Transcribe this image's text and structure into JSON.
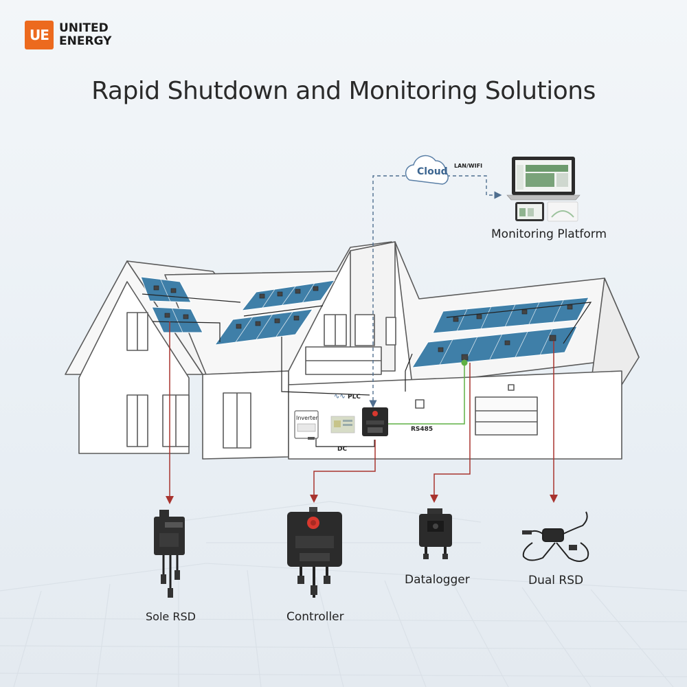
{
  "brand": {
    "mark": "UE",
    "line1": "UNITED",
    "line2": "ENERGY",
    "color": "#ec6a1e"
  },
  "title": "Rapid Shutdown and Monitoring Solutions",
  "labels": {
    "cloud": "Cloud",
    "lan_wifi": "LAN/WIFI",
    "monitoring_platform": "Monitoring Platform",
    "plc": "PLC",
    "inverter": "Inverter",
    "dc": "DC",
    "rs485": "RS485"
  },
  "products": {
    "sole_rsd": "Sole RSD",
    "controller": "Controller",
    "datalogger": "Datalogger",
    "dual_rsd": "Dual RSD"
  },
  "colors": {
    "panel": "#3f7fa8",
    "arrow": "#a8332e",
    "dashed": "#4f6e8f",
    "rs485_line": "#5fb044",
    "wire": "#222222"
  }
}
